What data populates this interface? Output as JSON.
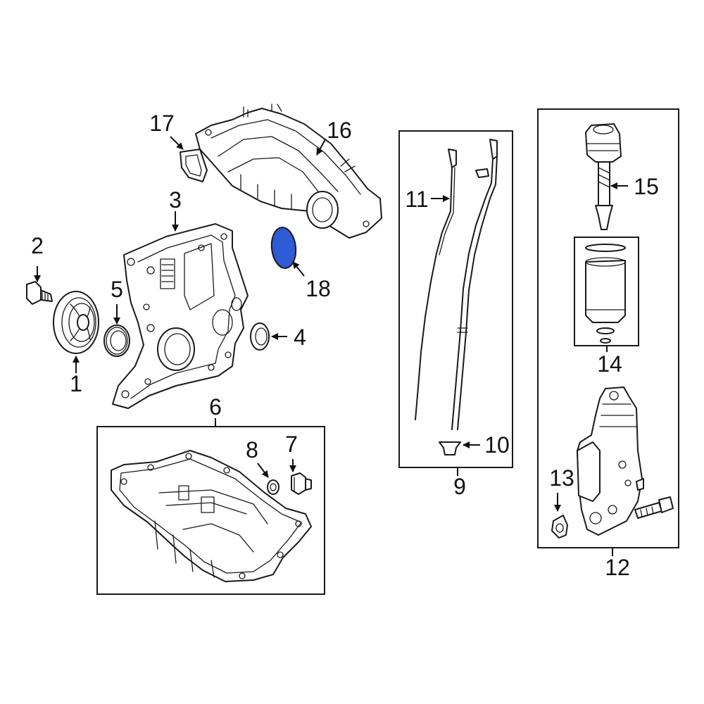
{
  "diagram": {
    "callouts": [
      {
        "id": "c1",
        "label": "1"
      },
      {
        "id": "c2",
        "label": "2"
      },
      {
        "id": "c3",
        "label": "3"
      },
      {
        "id": "c4",
        "label": "4"
      },
      {
        "id": "c5",
        "label": "5"
      },
      {
        "id": "c6",
        "label": "6"
      },
      {
        "id": "c7",
        "label": "7"
      },
      {
        "id": "c8",
        "label": "8"
      },
      {
        "id": "c9",
        "label": "9"
      },
      {
        "id": "c10",
        "label": "10"
      },
      {
        "id": "c11",
        "label": "11"
      },
      {
        "id": "c12",
        "label": "12"
      },
      {
        "id": "c13",
        "label": "13"
      },
      {
        "id": "c14",
        "label": "14"
      },
      {
        "id": "c15",
        "label": "15"
      },
      {
        "id": "c16",
        "label": "16"
      },
      {
        "id": "c17",
        "label": "17"
      },
      {
        "id": "c18",
        "label": "18"
      }
    ],
    "highlighted_part": "18",
    "highlight_color": "#2e5bd6",
    "line_color": "#1a1a1a"
  }
}
